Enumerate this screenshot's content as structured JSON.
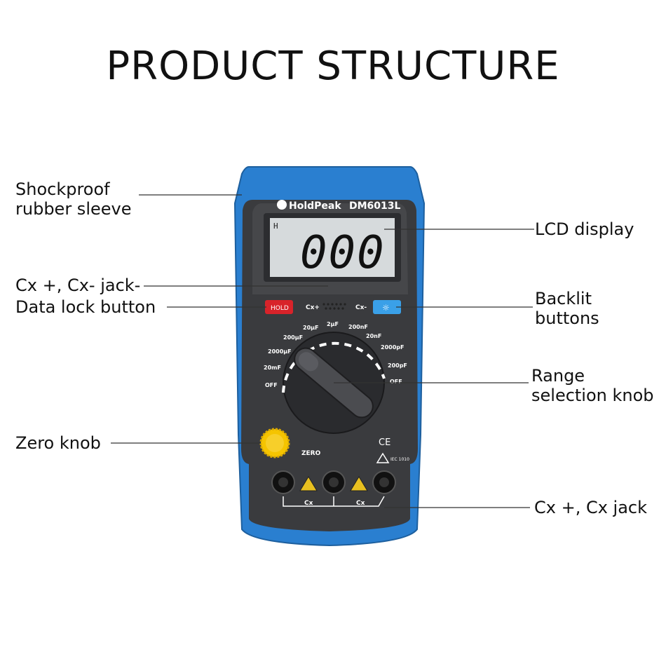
{
  "title": "PRODUCT STRUCTURE",
  "device": {
    "brand": "HoldPeak",
    "model": "DM6013L",
    "lcd_reading": "000",
    "lcd_flag": "H",
    "hold_label": "HOLD",
    "cx_plus": "Cx+",
    "cx_minus": "Cx-",
    "zero_label": "ZERO",
    "ce_mark": "CE",
    "iec_mark": "IEC 1010",
    "jack_label_1": "Cx",
    "jack_label_2": "Cx",
    "ranges": [
      "OFF",
      "20mF",
      "2000μF",
      "200μF",
      "20μF",
      "2μF",
      "200nF",
      "20nF",
      "2000pF",
      "200pF",
      "OFF"
    ]
  },
  "callouts": {
    "rubber_sleeve": [
      "Shockproof",
      "rubber sleeve"
    ],
    "lcd": "LCD display",
    "jack_data": [
      "Cx +, Cx- jack-",
      "Data lock button"
    ],
    "backlit": [
      "Backlit",
      "buttons"
    ],
    "range": [
      "Range",
      "selection knob"
    ],
    "zero": "Zero knob",
    "cx_jack": "Cx +, Cx jack"
  },
  "colors": {
    "sleeve_blue": "#2a7fd0",
    "body_dark": "#3a3b3e",
    "lcd_bg": "#d6dadc",
    "hold_red": "#d8232a",
    "backlight_blue": "#3aa0e8",
    "zero_yellow": "#f5c400"
  }
}
